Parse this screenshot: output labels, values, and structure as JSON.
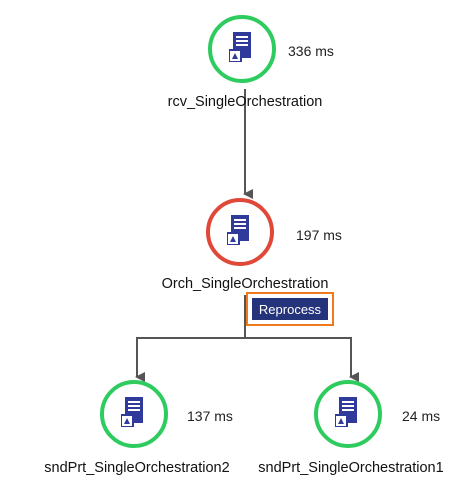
{
  "nodes": [
    {
      "id": "rcv",
      "label": "rcv_SingleOrchestration",
      "time": "336 ms",
      "status": "success"
    },
    {
      "id": "orch",
      "label": "Orch_SingleOrchestration",
      "time": "197 ms",
      "status": "error"
    },
    {
      "id": "snd2",
      "label": "sndPrt_SingleOrchestration2",
      "time": "137 ms",
      "status": "success"
    },
    {
      "id": "snd1",
      "label": "sndPrt_SingleOrchestration1",
      "time": "24 ms",
      "status": "success"
    }
  ],
  "action": {
    "reprocess_label": "Reprocess"
  },
  "colors": {
    "success": "#2ecc5f",
    "error": "#e0483a",
    "icon": "#2f3a9a",
    "button": "#24337a",
    "highlight": "#f07a1a",
    "connector": "#555555"
  },
  "icons": {
    "node": "server-icon"
  }
}
